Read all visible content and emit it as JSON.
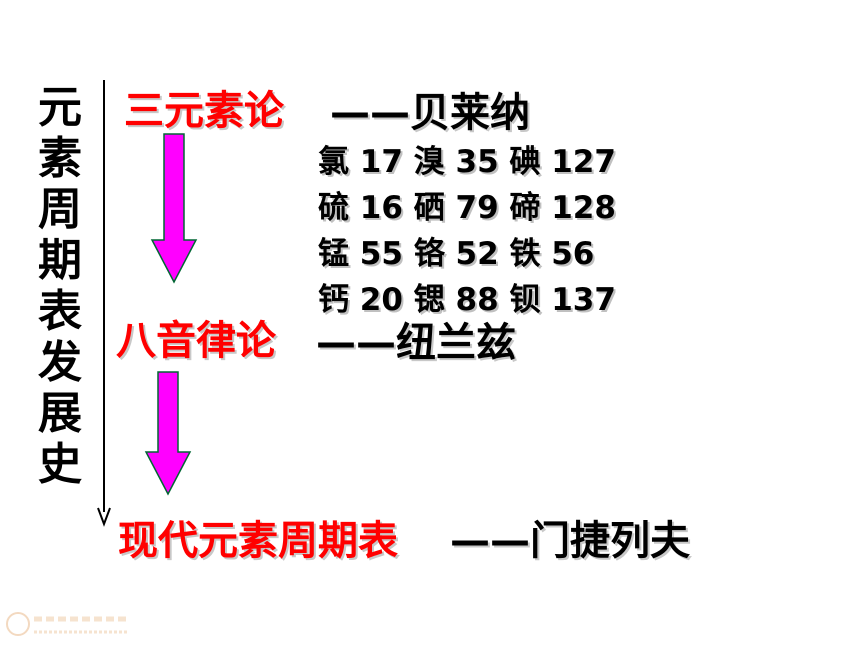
{
  "title_chars": [
    "元",
    "素",
    "周",
    "期",
    "表",
    "发",
    "展",
    "史"
  ],
  "stages": {
    "triads": {
      "name": "三元素论",
      "person": "——贝莱纳"
    },
    "octaves": {
      "name": "八音律论",
      "person": "——纽兰兹"
    },
    "modern": {
      "name": "现代元素周期表",
      "person": "——门捷列夫"
    }
  },
  "element_rows": [
    "氯 17 溴 35 碘 127",
    "硫 16 硒 79 碲 128",
    "锰 55 铬 52 铁 56",
    "钙 20 锶 88 钡 137"
  ],
  "colors": {
    "stage_text": "#ff0000",
    "arrow_fill": "#ff00ff",
    "arrow_stroke": "#006633",
    "body_text": "#000000"
  },
  "icons": {
    "timeline": "vertical-line-arrow",
    "transition": "down-arrow"
  }
}
